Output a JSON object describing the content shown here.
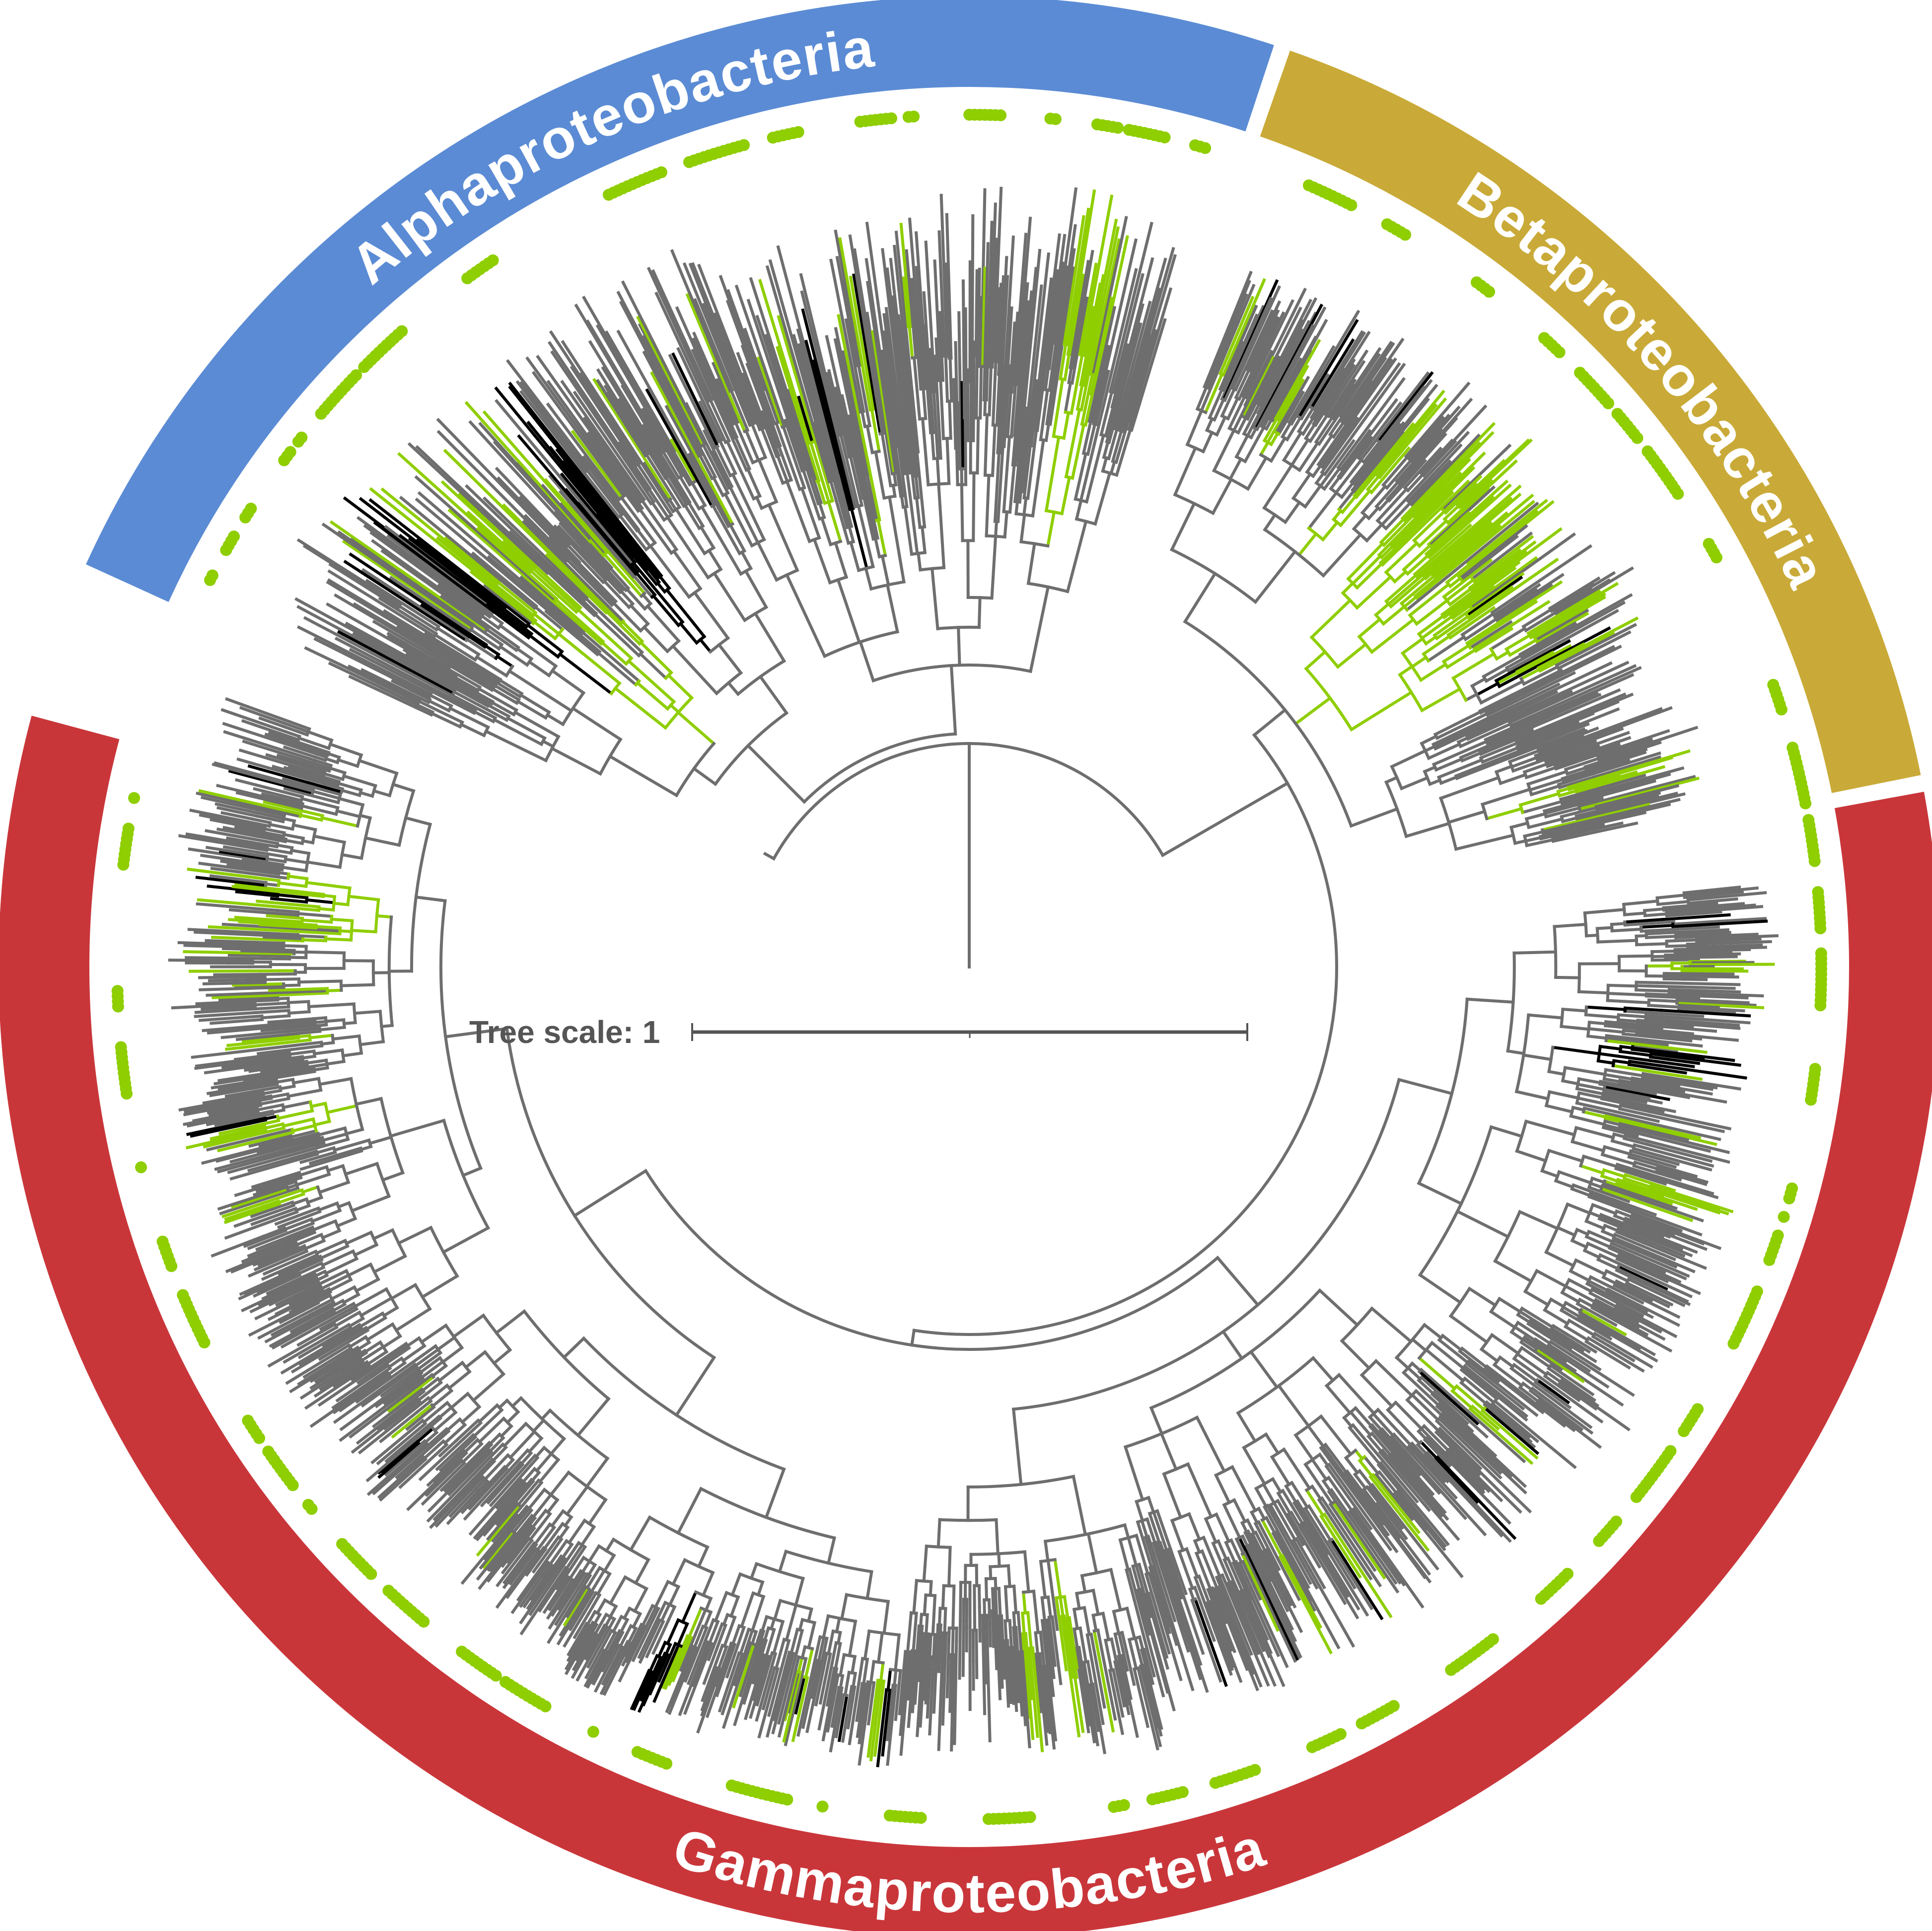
{
  "tree_scale": {
    "label": "Tree scale: 1"
  },
  "clades": [
    {
      "name": "Alphaproteobacteria",
      "color": "#5b8bd4"
    },
    {
      "name": "Betaproteobacteria",
      "color": "#c9aa38"
    },
    {
      "name": "Gammaproteobacteria",
      "color": "#c9363a"
    }
  ],
  "colors": {
    "branch": "#6e6e6e",
    "highlight": "#8fce00",
    "dark": "#000000",
    "dots": "#8fce00"
  }
}
